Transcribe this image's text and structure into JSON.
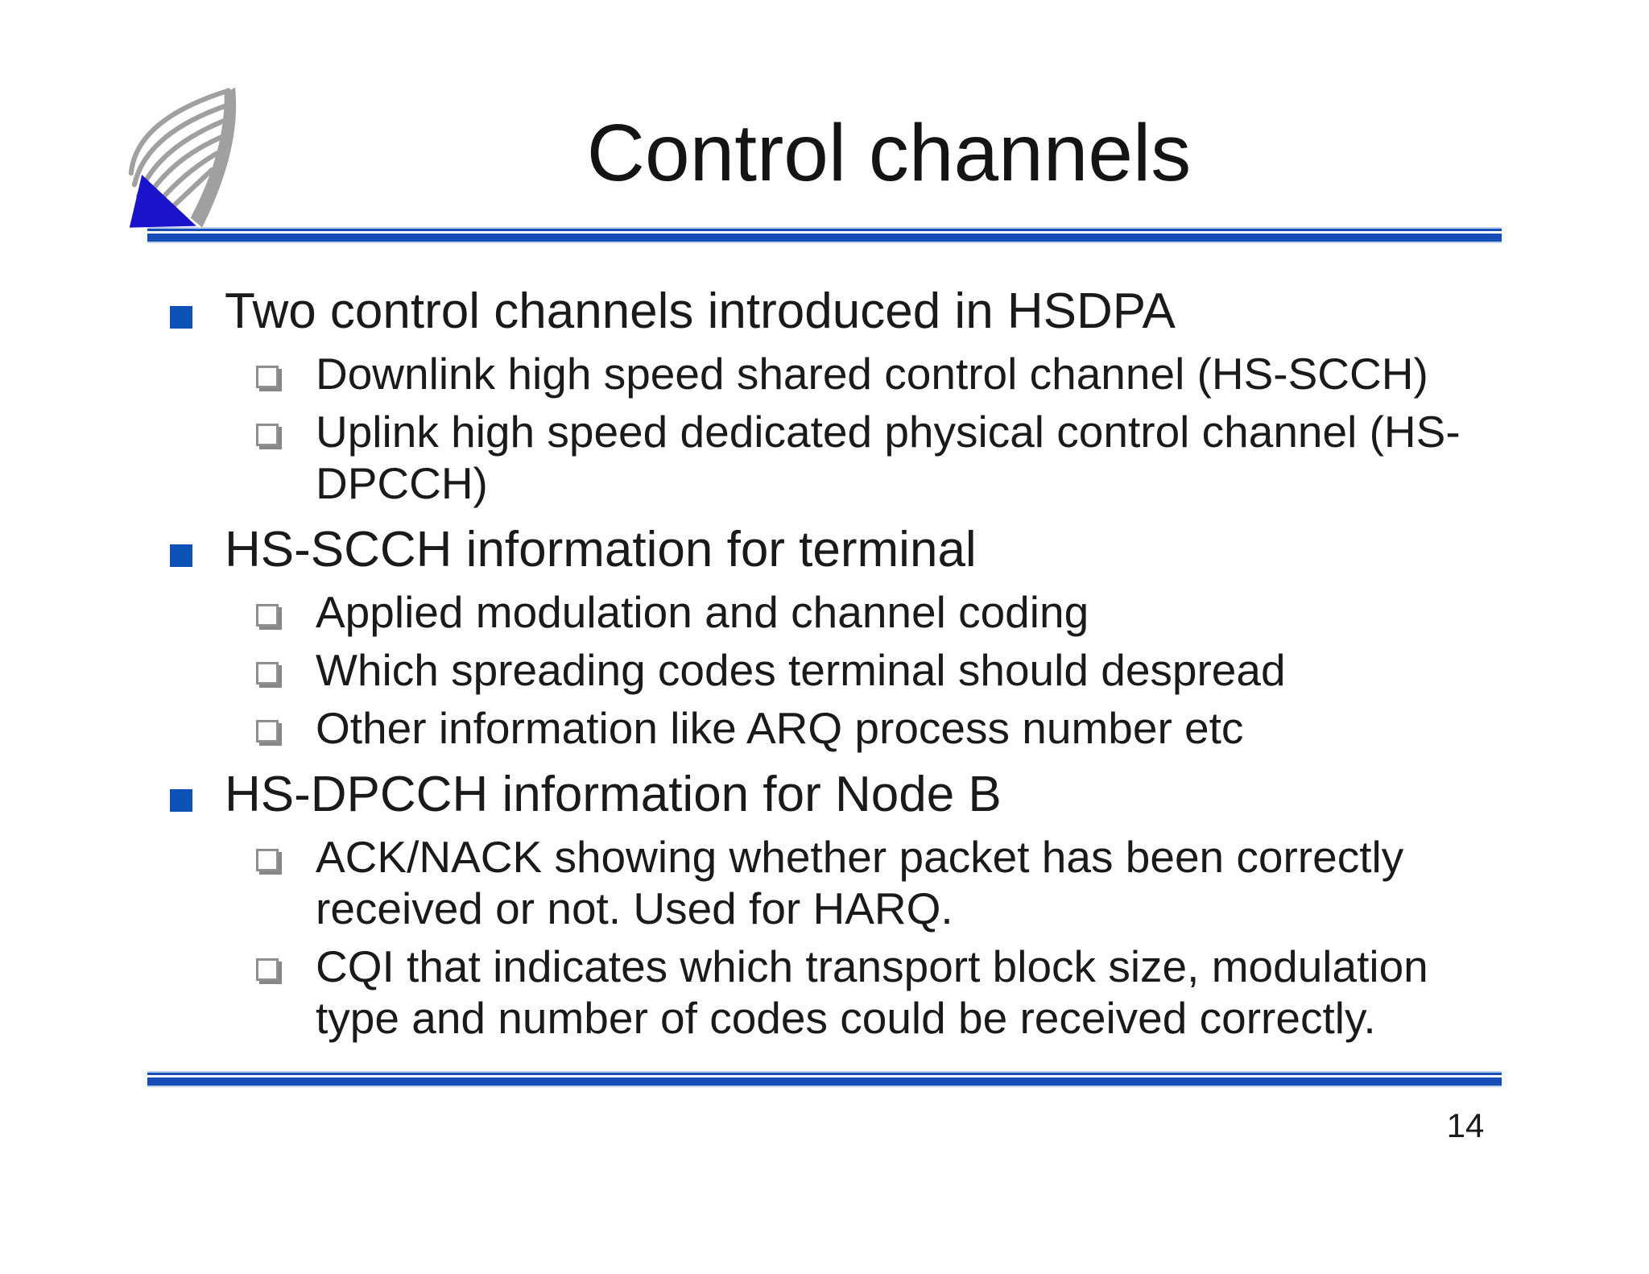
{
  "slide": {
    "title": "Control channels",
    "page_number": "14",
    "colors": {
      "accent_blue": "#164eb8",
      "pale_blue": "#bcd0ec",
      "bullet_blue": "#0e52b8",
      "logo_gray": "#a0a0a0",
      "logo_blue": "#1b12cc"
    },
    "icons": {
      "logo": "university-wing-logo",
      "level1_marker": "solid-square-bullet",
      "level2_marker": "shadowed-square-bullet"
    },
    "bullets": [
      {
        "label": "Two control channels introduced in HSDPA",
        "subs": [
          "Downlink high speed shared control channel (HS-SCCH)",
          "Uplink high speed dedicated physical control channel (HS-\nDPCCH)"
        ]
      },
      {
        "label": "HS-SCCH information for terminal",
        "subs": [
          "Applied modulation and channel coding",
          "Which spreading codes terminal should despread",
          "Other information like ARQ process number etc"
        ]
      },
      {
        "label": "HS-DPCCH information for Node B",
        "subs": [
          "ACK/NACK showing whether packet has been correctly\nreceived or not. Used for HARQ.",
          "CQI that indicates which transport block size, modulation\ntype and number of codes could be received correctly."
        ]
      }
    ]
  }
}
